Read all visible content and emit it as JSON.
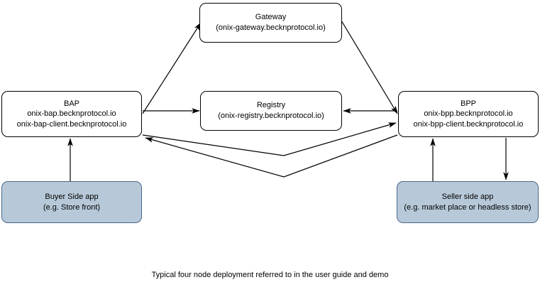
{
  "diagram": {
    "caption": "Typical four node deployment referred to in the user guide and demo",
    "colors": {
      "node_fill_white": "#ffffff",
      "node_stroke_black": "#000000",
      "app_fill_blue": "#b7c9d9",
      "app_stroke_blue": "#4a6785",
      "edge_stroke": "#000000",
      "background": "#ffffff"
    },
    "nodes": {
      "gateway": {
        "title": "Gateway",
        "subtitle": "(onix-gateway.becknprotocol.io)"
      },
      "bap": {
        "title": "BAP",
        "line2": "onix-bap.becknprotocol.io",
        "line3": "onix-bap-client.becknprotocol.io"
      },
      "registry": {
        "title": "Registry",
        "subtitle": "(onix-registry.becknprotocol.io)"
      },
      "bpp": {
        "title": "BPP",
        "line2": "onix-bpp.becknprotocol.io",
        "line3": "onix-bpp-client.becknprotocol.io"
      },
      "buyer_app": {
        "title": "Buyer Side app",
        "subtitle": "(e.g. Store front)"
      },
      "seller_app": {
        "title": "Seller side app",
        "subtitle": "(e.g. market place or headless store)"
      }
    },
    "edges": [
      {
        "id": "bap-to-gateway",
        "from": "bap",
        "to": "gateway",
        "arrow": "to",
        "label": ""
      },
      {
        "id": "gateway-to-bpp",
        "from": "gateway",
        "to": "bpp",
        "arrow": "to",
        "label": ""
      },
      {
        "id": "bap-to-registry",
        "from": "bap",
        "to": "registry",
        "arrow": "to",
        "label": ""
      },
      {
        "id": "bpp-to-registry",
        "from": "bpp",
        "to": "registry",
        "arrow": "to",
        "label": ""
      },
      {
        "id": "bap-to-bpp-upper",
        "from": "bap",
        "to": "bpp",
        "arrow": "to",
        "label": ""
      },
      {
        "id": "bpp-to-bap-lower",
        "from": "bpp",
        "to": "bap",
        "arrow": "to",
        "label": ""
      },
      {
        "id": "buyer-app-to-bap",
        "from": "buyer_app",
        "to": "bap",
        "arrow": "to",
        "label": ""
      },
      {
        "id": "seller-app-to-bpp",
        "from": "seller_app",
        "to": "bpp",
        "arrow": "to",
        "label": ""
      },
      {
        "id": "bpp-to-seller-app",
        "from": "bpp",
        "to": "seller_app",
        "arrow": "to",
        "label": ""
      }
    ]
  }
}
